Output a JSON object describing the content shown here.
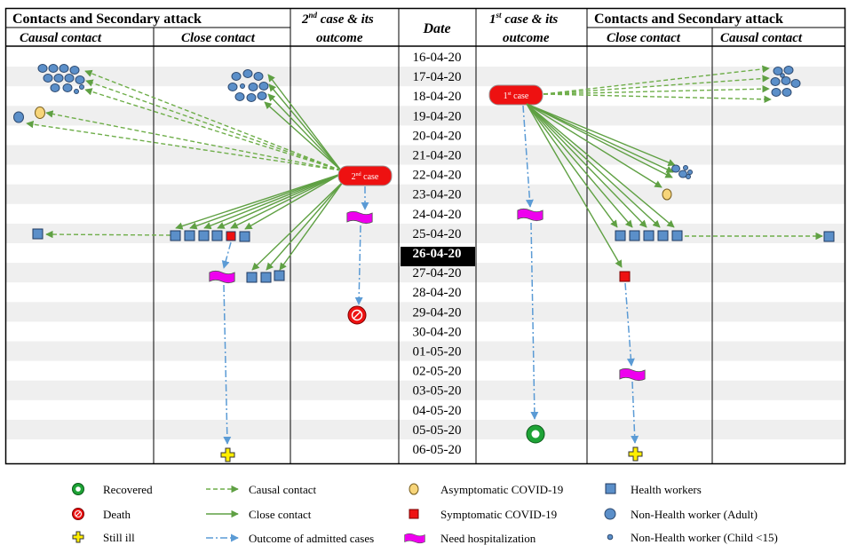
{
  "left_header": {
    "title": "Contacts and Secondary attack",
    "causal": "Causal contact",
    "close": "Close contact"
  },
  "second_case_header": {
    "prefix": "2",
    "sup": "nd",
    "rest": " case & its",
    "line2": "outcome"
  },
  "date_header": "Date",
  "first_case_header": {
    "prefix": "1",
    "sup": "st",
    "rest": " case & its",
    "line2": "outcome"
  },
  "right_header": {
    "title": "Contacts and Secondary attack",
    "close": "Close contact",
    "causal": "Causal contact"
  },
  "dates": [
    "16-04-20",
    "17-04-20",
    "18-04-20",
    "19-04-20",
    "20-04-20",
    "21-04-20",
    "22-04-20",
    "23-04-20",
    "24-04-20",
    "25-04-20",
    "26-04-20",
    "27-04-20",
    "28-04-20",
    "29-04-20",
    "30-04-20",
    "01-05-20",
    "02-05-20",
    "03-05-20",
    "04-05-20",
    "05-05-20",
    "06-05-20"
  ],
  "highlighted_date": "26-04-20",
  "first_case_label": {
    "num": "1",
    "sup": "st",
    "word": " case"
  },
  "second_case_label": {
    "num": "2",
    "sup": "nd",
    "word": " case"
  },
  "legend": {
    "recovered": "Recovered",
    "death": "Death",
    "still_ill": "Still ill",
    "causal_contact": "Causal contact",
    "close_contact": "Close contact",
    "outcome": "Outcome of admitted cases",
    "asymptomatic": "Asymptomatic COVID-19",
    "symptomatic": "Symptomatic COVID-19",
    "hospitalization": "Need hospitalization",
    "health_workers": "Health workers",
    "non_hw_adult": "Non-Health worker (Adult)",
    "non_hw_child": "Non-Health worker (Child <15)"
  },
  "colors": {
    "band": "#efefef",
    "causal_line": "#6fae4a",
    "close_line": "#5fa043",
    "outcome_line": "#5b9bd5",
    "case_red": "#ee1111",
    "hw_blue": "#5b8fc9",
    "hospital_magenta": "#ee00ee",
    "asym_yellow": "#f7d57a",
    "recovered_green": "#1ea336",
    "still_ill_yellow": "#ffee00"
  }
}
